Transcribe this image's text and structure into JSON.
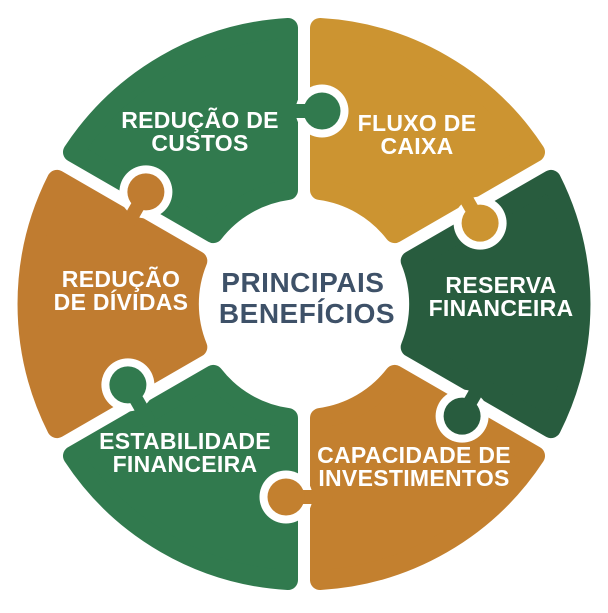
{
  "title": {
    "line1": "PRINCIPAIS",
    "line2": "BENEFÍCIOS",
    "color": "#3E5168"
  },
  "pieces": [
    {
      "id": "reducao-de-custos",
      "lines": [
        "REDUÇÃO DE",
        "CUSTOS"
      ],
      "color": "#317A4E"
    },
    {
      "id": "fluxo-de-caixa",
      "lines": [
        "FLUXO DE",
        "CAIXA"
      ],
      "color": "#CC9431"
    },
    {
      "id": "reserva-financeira",
      "lines": [
        "RESERVA",
        "FINANCEIRA"
      ],
      "color": "#285C3E"
    },
    {
      "id": "capacidade-de-investimentos",
      "lines": [
        "CAPACIDADE DE",
        "INVESTIMENTOS"
      ],
      "color": "#C3802F"
    },
    {
      "id": "estabilidade-financeira",
      "lines": [
        "ESTABILIDADE",
        "FINANCEIRA"
      ],
      "color": "#317A4E"
    },
    {
      "id": "reducao-de-dividas",
      "lines": [
        "REDUÇÃO",
        "DE DÍVIDAS"
      ],
      "color": "#C07C30"
    }
  ],
  "label_text_color": "#FFFFFF",
  "background_color": "#FFFFFF"
}
